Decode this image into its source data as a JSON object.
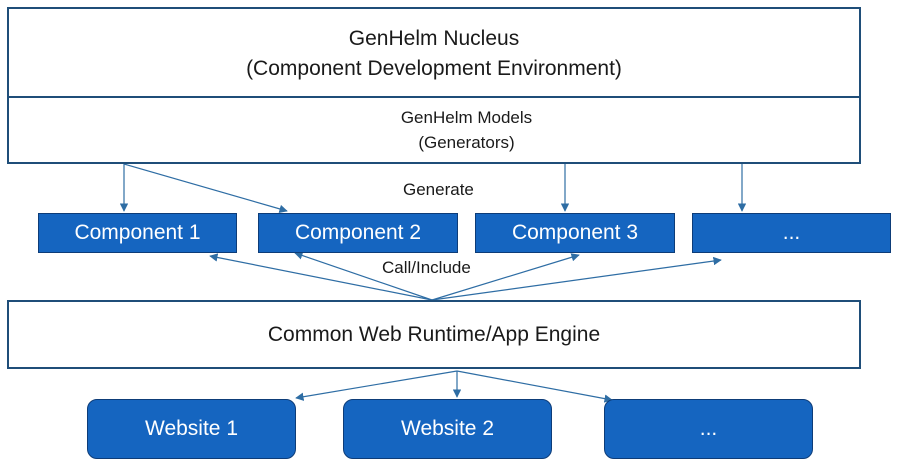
{
  "nucleus": {
    "title": "GenHelm Nucleus",
    "subtitle": "(Component Development Environment)"
  },
  "models": {
    "title": "GenHelm Models",
    "subtitle": "(Generators)"
  },
  "labels": {
    "generate": "Generate",
    "call_include": "Call/Include"
  },
  "components": [
    "Component 1",
    "Component 2",
    "Component 3",
    "..."
  ],
  "runtime": {
    "title": "Common Web Runtime/App Engine"
  },
  "websites": [
    "Website 1",
    "Website 2",
    "..."
  ],
  "colors": {
    "box_fill": "#1565c0",
    "outline": "#1f4e79",
    "arrow": "#2e6da4"
  }
}
